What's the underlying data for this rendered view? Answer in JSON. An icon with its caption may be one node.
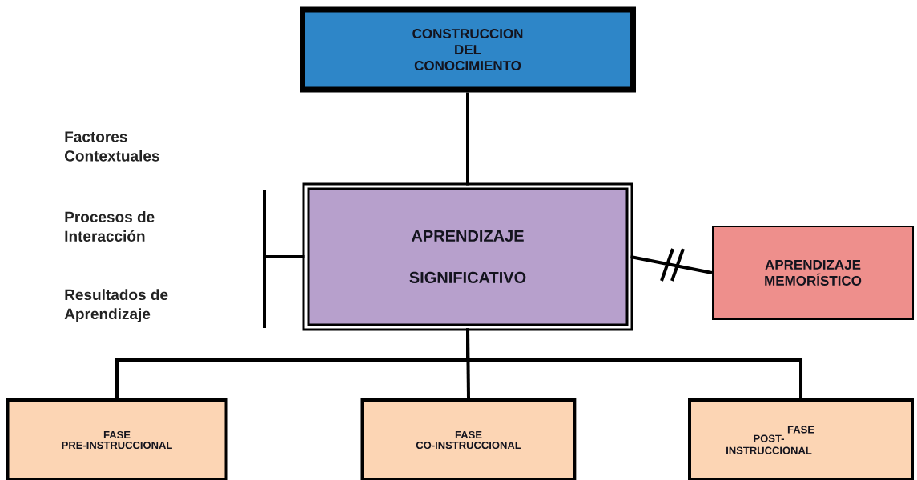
{
  "diagram": {
    "nodes": [
      {
        "text": [
          "CONSTRUCCION DEL CONOCIMIENTO"
        ]
      },
      {
        "text": [
          "APRENDIZAJE SIGNIFICATIVO"
        ]
      },
      {
        "text": [
          "APRENDIZAJE MEMORÍSTICO"
        ]
      },
      {
        "text": [
          "FASE",
          "PRE-INSTRUCCIONAL"
        ]
      },
      {
        "text": [
          "FASE",
          "CO-INSTRUCCIONAL"
        ]
      },
      {
        "text": [
          "FASE",
          "POST-INSTRUCCIONAL"
        ]
      }
    ],
    "edges": [
      {
        "from": 0,
        "to": 1,
        "arrow": "none"
      },
      {
        "from": 1,
        "to": null,
        "arrow": "none"
      },
      {
        "from": 1,
        "to": 2,
        "arrow": "none"
      },
      {
        "from": 1,
        "to": 3,
        "arrow": "none"
      },
      {
        "from": 1,
        "to": 4,
        "arrow": "none"
      },
      {
        "from": 1,
        "to": 5,
        "arrow": "none"
      }
    ],
    "labels": [
      "Factores Contextuales",
      "Procesos de Interacción",
      "Resultados de Aprendizaje"
    ]
  }
}
